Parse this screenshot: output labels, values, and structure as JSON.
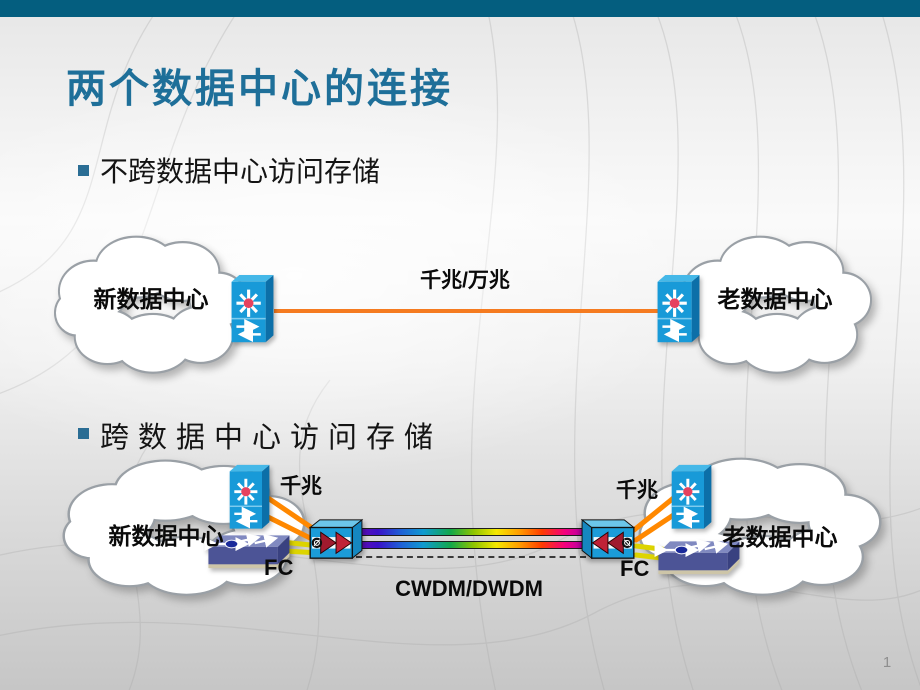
{
  "slide": {
    "title": "两个数据中心的连接",
    "page_number": "1"
  },
  "bullets": {
    "no_cross_dc": "不跨数据中心访问存储",
    "cross_dc": "跨数据中心访问存储"
  },
  "diagram1": {
    "left_cloud_label": "新数据中心",
    "right_cloud_label": "老数据中心",
    "link_label": "千兆/万兆"
  },
  "diagram2": {
    "left_cloud_label": "新数据中心",
    "right_cloud_label": "老数据中心",
    "left_gig_label": "千兆",
    "right_gig_label": "千兆",
    "left_fc_label": "FC",
    "right_fc_label": "FC",
    "wdm_label": "CWDM/DWDM"
  },
  "colors": {
    "top_bar": "#045e7f",
    "title_text": "#1e6f99",
    "bullet_square": "#2a6d94",
    "ethernet_link": "#f57b20",
    "fc_link": "#ddd400",
    "switch_blue": "#189ad8",
    "fc_switch_navy": "#4c5496",
    "wdm_box_blue": "#1b9cd8",
    "page_number_gray": "#8f8f8f"
  }
}
